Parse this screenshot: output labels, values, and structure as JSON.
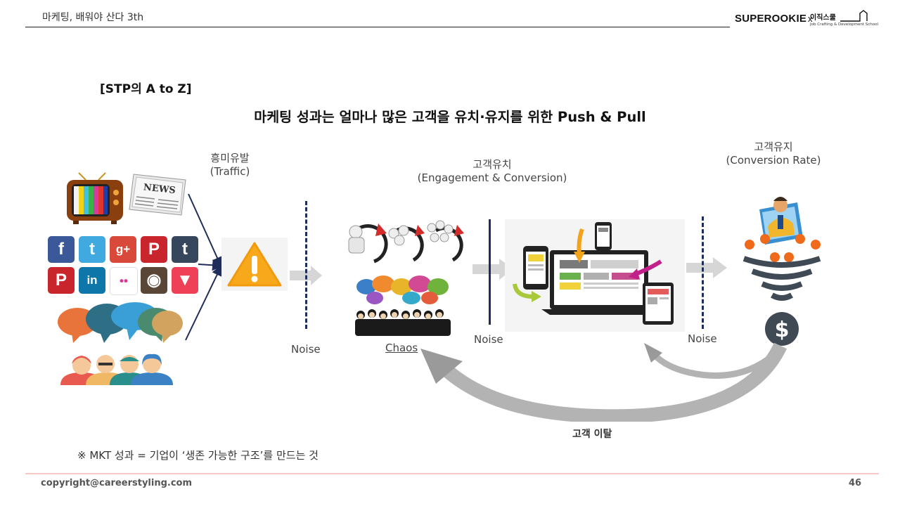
{
  "header": {
    "title": "마케팅, 배워야 산다 3th",
    "brand": "SUPEROOKIE",
    "brand_x": "x",
    "brand_partner": "이직스쿨",
    "brand_sub": "Job Crafting & Development School"
  },
  "slide": {
    "section": "[STP의 A to Z]",
    "title": "마케팅 성과는 얼마나 많은 고객을 유치·유지를 위한 Push & Pull",
    "stage1_label": "흥미유발",
    "stage1_sub": "(Traffic)",
    "stage2_label": "고객유치",
    "stage2_sub": "(Engagement & Conversion)",
    "stage3_label": "고객유지",
    "stage3_sub": "(Conversion Rate)",
    "noise1": "Noise",
    "noise2": "Noise",
    "noise3": "Noise",
    "chaos": "Chaos",
    "churn": "고객 이탈",
    "news": "NEWS",
    "note": "※  MKT 성과 = 기업이 ‘생존 가능한 구조’를 만드는 것"
  },
  "social_icons": [
    {
      "name": "facebook-icon",
      "glyph": "f",
      "color": "#3b5998"
    },
    {
      "name": "twitter-icon",
      "glyph": "t",
      "color": "#3fa9e0"
    },
    {
      "name": "google-plus-icon",
      "glyph": "g+",
      "color": "#d8493a"
    },
    {
      "name": "pinterest-icon",
      "glyph": "P",
      "color": "#c9252c"
    },
    {
      "name": "tumblr-icon",
      "glyph": "t",
      "color": "#36465d"
    },
    {
      "name": "pinterest-icon",
      "glyph": "P",
      "color": "#c9252c"
    },
    {
      "name": "linkedin-icon",
      "glyph": "in",
      "color": "#0e76a8"
    },
    {
      "name": "flickr-icon",
      "glyph": "••",
      "color": "#ffffff"
    },
    {
      "name": "instagram-icon",
      "glyph": "◉",
      "color": "#5a4636"
    },
    {
      "name": "pocket-icon",
      "glyph": "▼",
      "color": "#ee4056"
    }
  ],
  "footer": {
    "copyright": "copyright@careerstyling.com",
    "page": "46"
  },
  "colors": {
    "navy": "#1f2d5a",
    "accent_line": "#f3c9c2",
    "arrow_gray": "#d9d9d9"
  }
}
